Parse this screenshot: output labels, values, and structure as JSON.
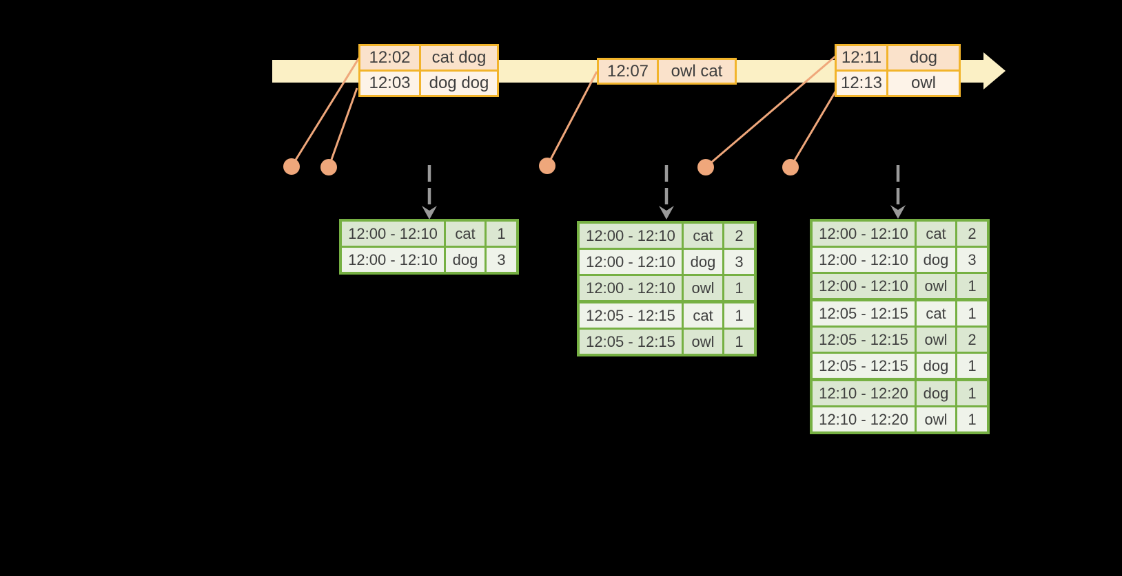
{
  "colors": {
    "background": "#000000",
    "timeline_fill": "#fbf0c5",
    "event_table_border": "#f2b42b",
    "event_row_dark": "#fae2cb",
    "event_row_light": "#fdf3e8",
    "connector_salmon": "#efa77b",
    "result_table_border": "#76b043",
    "result_row_dark": "#dbe7d1",
    "result_row_light": "#eff3ea",
    "trigger_arrow_gray": "#9a9a9a",
    "text": "#3e3e3e"
  },
  "event_tables": [
    {
      "rows": [
        {
          "time": "12:02",
          "words": "cat dog"
        },
        {
          "time": "12:03",
          "words": "dog dog"
        }
      ]
    },
    {
      "rows": [
        {
          "time": "12:07",
          "words": "owl cat"
        }
      ]
    },
    {
      "rows": [
        {
          "time": "12:11",
          "words": "dog"
        },
        {
          "time": "12:13",
          "words": "owl"
        }
      ]
    }
  ],
  "result_tables": [
    {
      "groups": [
        {
          "rows": [
            {
              "window": "12:00 - 12:10",
              "word": "cat",
              "count": "1"
            },
            {
              "window": "12:00 - 12:10",
              "word": "dog",
              "count": "3"
            }
          ]
        }
      ]
    },
    {
      "groups": [
        {
          "rows": [
            {
              "window": "12:00 - 12:10",
              "word": "cat",
              "count": "2"
            },
            {
              "window": "12:00 - 12:10",
              "word": "dog",
              "count": "3"
            },
            {
              "window": "12:00 - 12:10",
              "word": "owl",
              "count": "1"
            }
          ]
        },
        {
          "rows": [
            {
              "window": "12:05 - 12:15",
              "word": "cat",
              "count": "1"
            },
            {
              "window": "12:05 - 12:15",
              "word": "owl",
              "count": "1"
            }
          ]
        }
      ]
    },
    {
      "groups": [
        {
          "rows": [
            {
              "window": "12:00 - 12:10",
              "word": "cat",
              "count": "2"
            },
            {
              "window": "12:00 - 12:10",
              "word": "dog",
              "count": "3"
            },
            {
              "window": "12:00 - 12:10",
              "word": "owl",
              "count": "1"
            }
          ]
        },
        {
          "rows": [
            {
              "window": "12:05 - 12:15",
              "word": "cat",
              "count": "1"
            },
            {
              "window": "12:05 - 12:15",
              "word": "owl",
              "count": "2"
            },
            {
              "window": "12:05 - 12:15",
              "word": "dog",
              "count": "1"
            }
          ]
        },
        {
          "rows": [
            {
              "window": "12:10 - 12:20",
              "word": "dog",
              "count": "1"
            },
            {
              "window": "12:10 - 12:20",
              "word": "owl",
              "count": "1"
            }
          ]
        }
      ]
    }
  ]
}
